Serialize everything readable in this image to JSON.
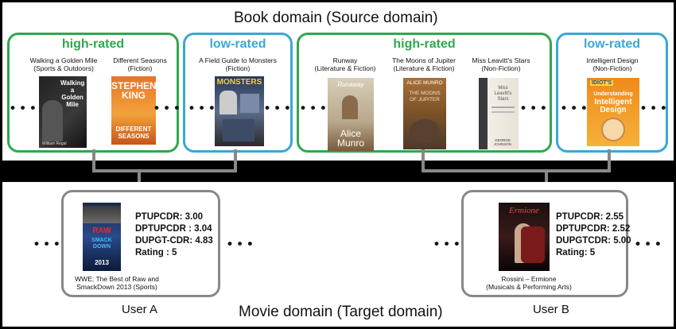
{
  "book_domain": {
    "title": "Book domain (Source domain)",
    "groups": [
      {
        "label": "high-rated",
        "books": [
          {
            "title": "Walking a Golden Mile",
            "category": "(Sports & Outdoors)",
            "cover_text": [
              "Walking a",
              "Golden",
              "Mile",
              "William Regal"
            ]
          },
          {
            "title": "Different Seasons",
            "category": "(Fiction)",
            "cover_text": [
              "STEPHEN",
              "KING",
              "DIFFERENT",
              "SEASONS"
            ]
          }
        ]
      },
      {
        "label": "low-rated",
        "books": [
          {
            "title": "A Field Guide to Monsters",
            "category": "(Fiction)",
            "cover_text": [
              "MONSTERS"
            ]
          }
        ]
      },
      {
        "label": "high-rated",
        "books": [
          {
            "title": "Runway",
            "category": "(Literature & Fiction)",
            "cover_text": [
              "Runaway",
              "Alice",
              "Munro"
            ]
          },
          {
            "title": "The Moons of Jupiter",
            "category": "(Literature & Fiction)",
            "cover_text": [
              "ALICE MUNRO",
              "THE MOONS",
              "OF JUPITER"
            ]
          },
          {
            "title": "Miss Leavitt's Stars",
            "category": "(Non-Fiction)",
            "cover_text": [
              "Miss",
              "Leavitt's",
              "Stars",
              "GEORGE JOHNSON"
            ]
          }
        ]
      },
      {
        "label": "low-rated",
        "books": [
          {
            "title": "Intelligent Design",
            "category": "(Non-Fiction)",
            "cover_text": [
              "IDIOT'S",
              "Understanding",
              "Intelligent",
              "Design"
            ]
          }
        ]
      }
    ],
    "ellipsis": "• • •"
  },
  "movie_domain": {
    "title": "Movie domain (Target domain)",
    "users": [
      {
        "label": "User A",
        "movie_title": "WWE: The Best of Raw and",
        "movie_title_line2": "SmackDown 2013 (Sports)",
        "cover_text": [
          "RAW",
          "SMACK",
          "DOWN",
          "2013"
        ],
        "stats": [
          "PTUPCDR: 3.00",
          "DPTUPCDR : 3.04",
          "DUPGT-CDR: 4.83",
          "Rating : 5"
        ]
      },
      {
        "label": "User B",
        "movie_title": "Rossini – Ermione",
        "movie_title_line2": "(Musicals & Performing Arts)",
        "cover_text": [
          "Ermione"
        ],
        "stats": [
          "PTUPCDR: 2.55",
          "DPTUPCDR: 2.52",
          "DUPGTCDR: 5.00",
          "Rating: 5"
        ]
      }
    ]
  },
  "colors": {
    "high": "#2fa84f",
    "low": "#3aa7d6",
    "connector": "#888888"
  }
}
